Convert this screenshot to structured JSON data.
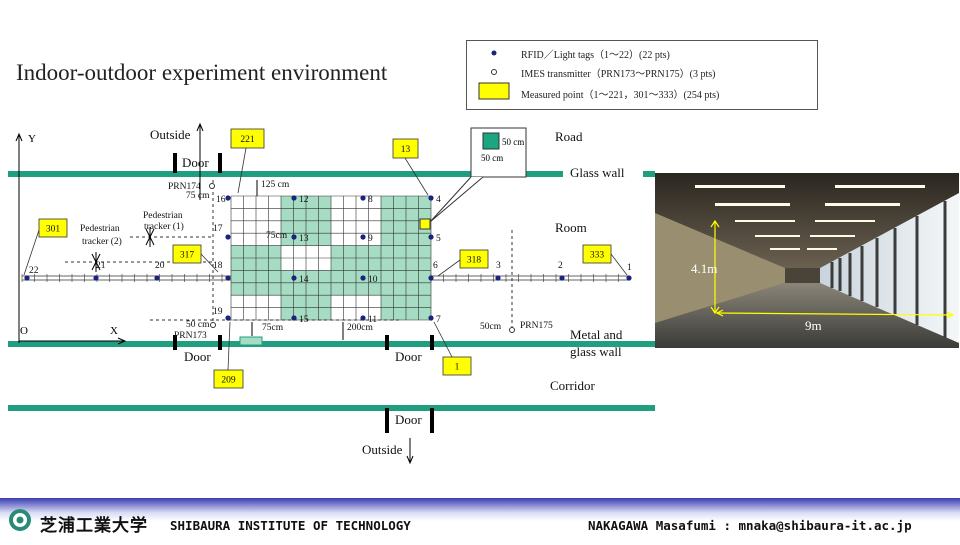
{
  "title": "Indoor-outdoor experiment environment",
  "legend": {
    "rfid": "RFID／Light tags（1～22）(22 pts)",
    "imes": "IMES transmitter（PRN173～PRN175）(3 pts)",
    "measured": "Measured point（1～221，301～333）(254 pts)"
  },
  "labels": {
    "road": "Road",
    "glass_wall": "Glass wall",
    "room": "Room",
    "metal_glass_wall_1": "Metal and",
    "metal_glass_wall_2": "glass wall",
    "corridor": "Corridor",
    "outside_top": "Outside",
    "outside_bottom": "Outside",
    "door_top": "Door",
    "door_bl": "Door",
    "door_bm": "Door",
    "door_corridor": "Door",
    "prn174": "PRN174",
    "prn173": "PRN173",
    "prn175": "PRN175",
    "ped2_1": "Pedestrian",
    "ped2_2": "tracker (2)",
    "ped1_1": "Pedestrian",
    "ped1_2": "tracker (1)",
    "axis_y": "Y",
    "axis_x": "X",
    "origin": "O",
    "dim_75_top": "75 cm",
    "dim_125": "125 cm",
    "dim_75_mid": "75cm",
    "dim_50_left": "50 cm",
    "dim_75_bottom": "75cm",
    "dim_200": "200cm",
    "dim_50_right": "50cm",
    "callout_50a": "50 cm",
    "callout_50b": "50 cm"
  },
  "callouts": [
    "221",
    "13",
    "301",
    "317",
    "318",
    "333",
    "209",
    "1"
  ],
  "tags": {
    "t16": "16",
    "t12": "12",
    "t8": "8",
    "t4": "4",
    "t17": "17",
    "t13": "13",
    "t9": "9",
    "t5": "5",
    "t18": "18",
    "t14": "14",
    "t10": "10",
    "t6": "6",
    "t19": "19",
    "t15": "15",
    "t11": "11",
    "t7": "7",
    "t22": "22",
    "t21": "21",
    "t20": "20",
    "t3": "3",
    "t2": "2",
    "t1": "1"
  },
  "photo": {
    "height_label": "4.1m",
    "width_label": "9m"
  },
  "footer": {
    "logo_jp": "芝浦工業大学",
    "institute": "SHIBAURA INSTITUTE OF TECHNOLOGY",
    "author": "NAKAGAWA Masafumi : mnaka@shibaura-it.ac.jp"
  },
  "colors": {
    "wall": "#1f9e80",
    "grid_fill": "#a6dcc3",
    "callout": "#ffff00",
    "tag": "#1a237e",
    "footer_top": "#3b3cb0"
  }
}
